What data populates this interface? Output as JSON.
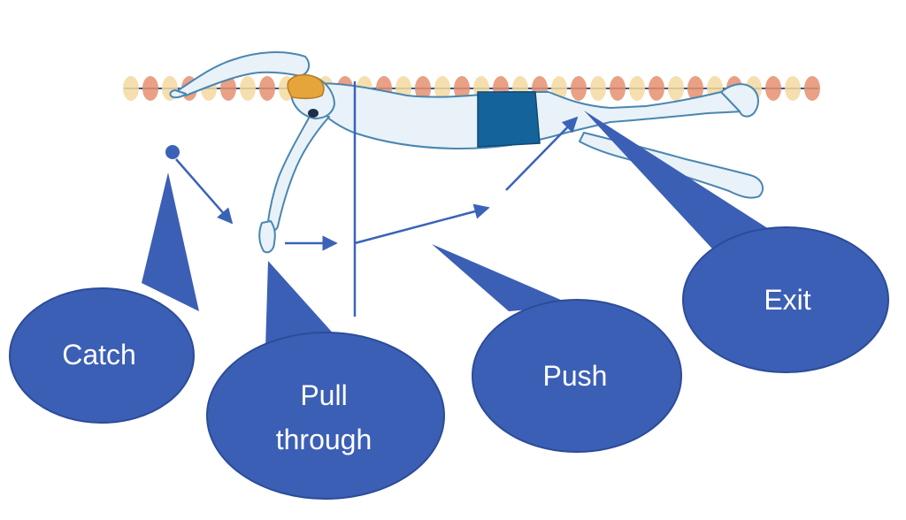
{
  "diagram": {
    "phases": [
      {
        "id": "catch",
        "label_lines": [
          "Catch"
        ]
      },
      {
        "id": "pull-through",
        "label_lines": [
          "Pull",
          "through"
        ]
      },
      {
        "id": "push",
        "label_lines": [
          "Push"
        ]
      },
      {
        "id": "exit",
        "label_lines": [
          "Exit"
        ]
      }
    ],
    "colors": {
      "callout_fill": "#3b5fb5",
      "callout_stroke": "#2c4c99",
      "arrow": "#3a63b8",
      "swimmer_outline": "#4a86b0",
      "skin": "#e8f2f8",
      "cap": "#e5a53a",
      "shorts": "#15639b",
      "lane_red": "#e58f6f",
      "lane_yellow": "#f4d9a0",
      "lane_rope": "#3a5a8a"
    },
    "icons": [
      "swimmer-illustration",
      "lane-rope-icon"
    ]
  }
}
